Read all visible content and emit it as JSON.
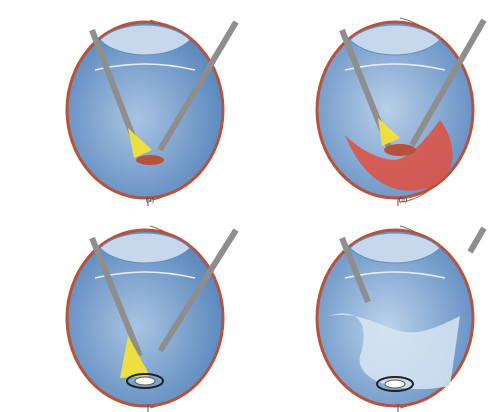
{
  "captions": {
    "a": "(a)",
    "b": "(b)"
  },
  "colors": {
    "vitreous": "#5f8fc6",
    "vitreous_light": "#a9c4e2",
    "sclera_line": "#8a6a5a",
    "choroid": "#b5533c",
    "lens": "#c7d8ec",
    "instrument": "#9a9a9a",
    "light_beam": "#f2e23a",
    "detachment": "#e0503f"
  },
  "icons": [
    "eye-cross-section",
    "endoilluminator-probe",
    "vitrector-probe",
    "light-cone"
  ]
}
